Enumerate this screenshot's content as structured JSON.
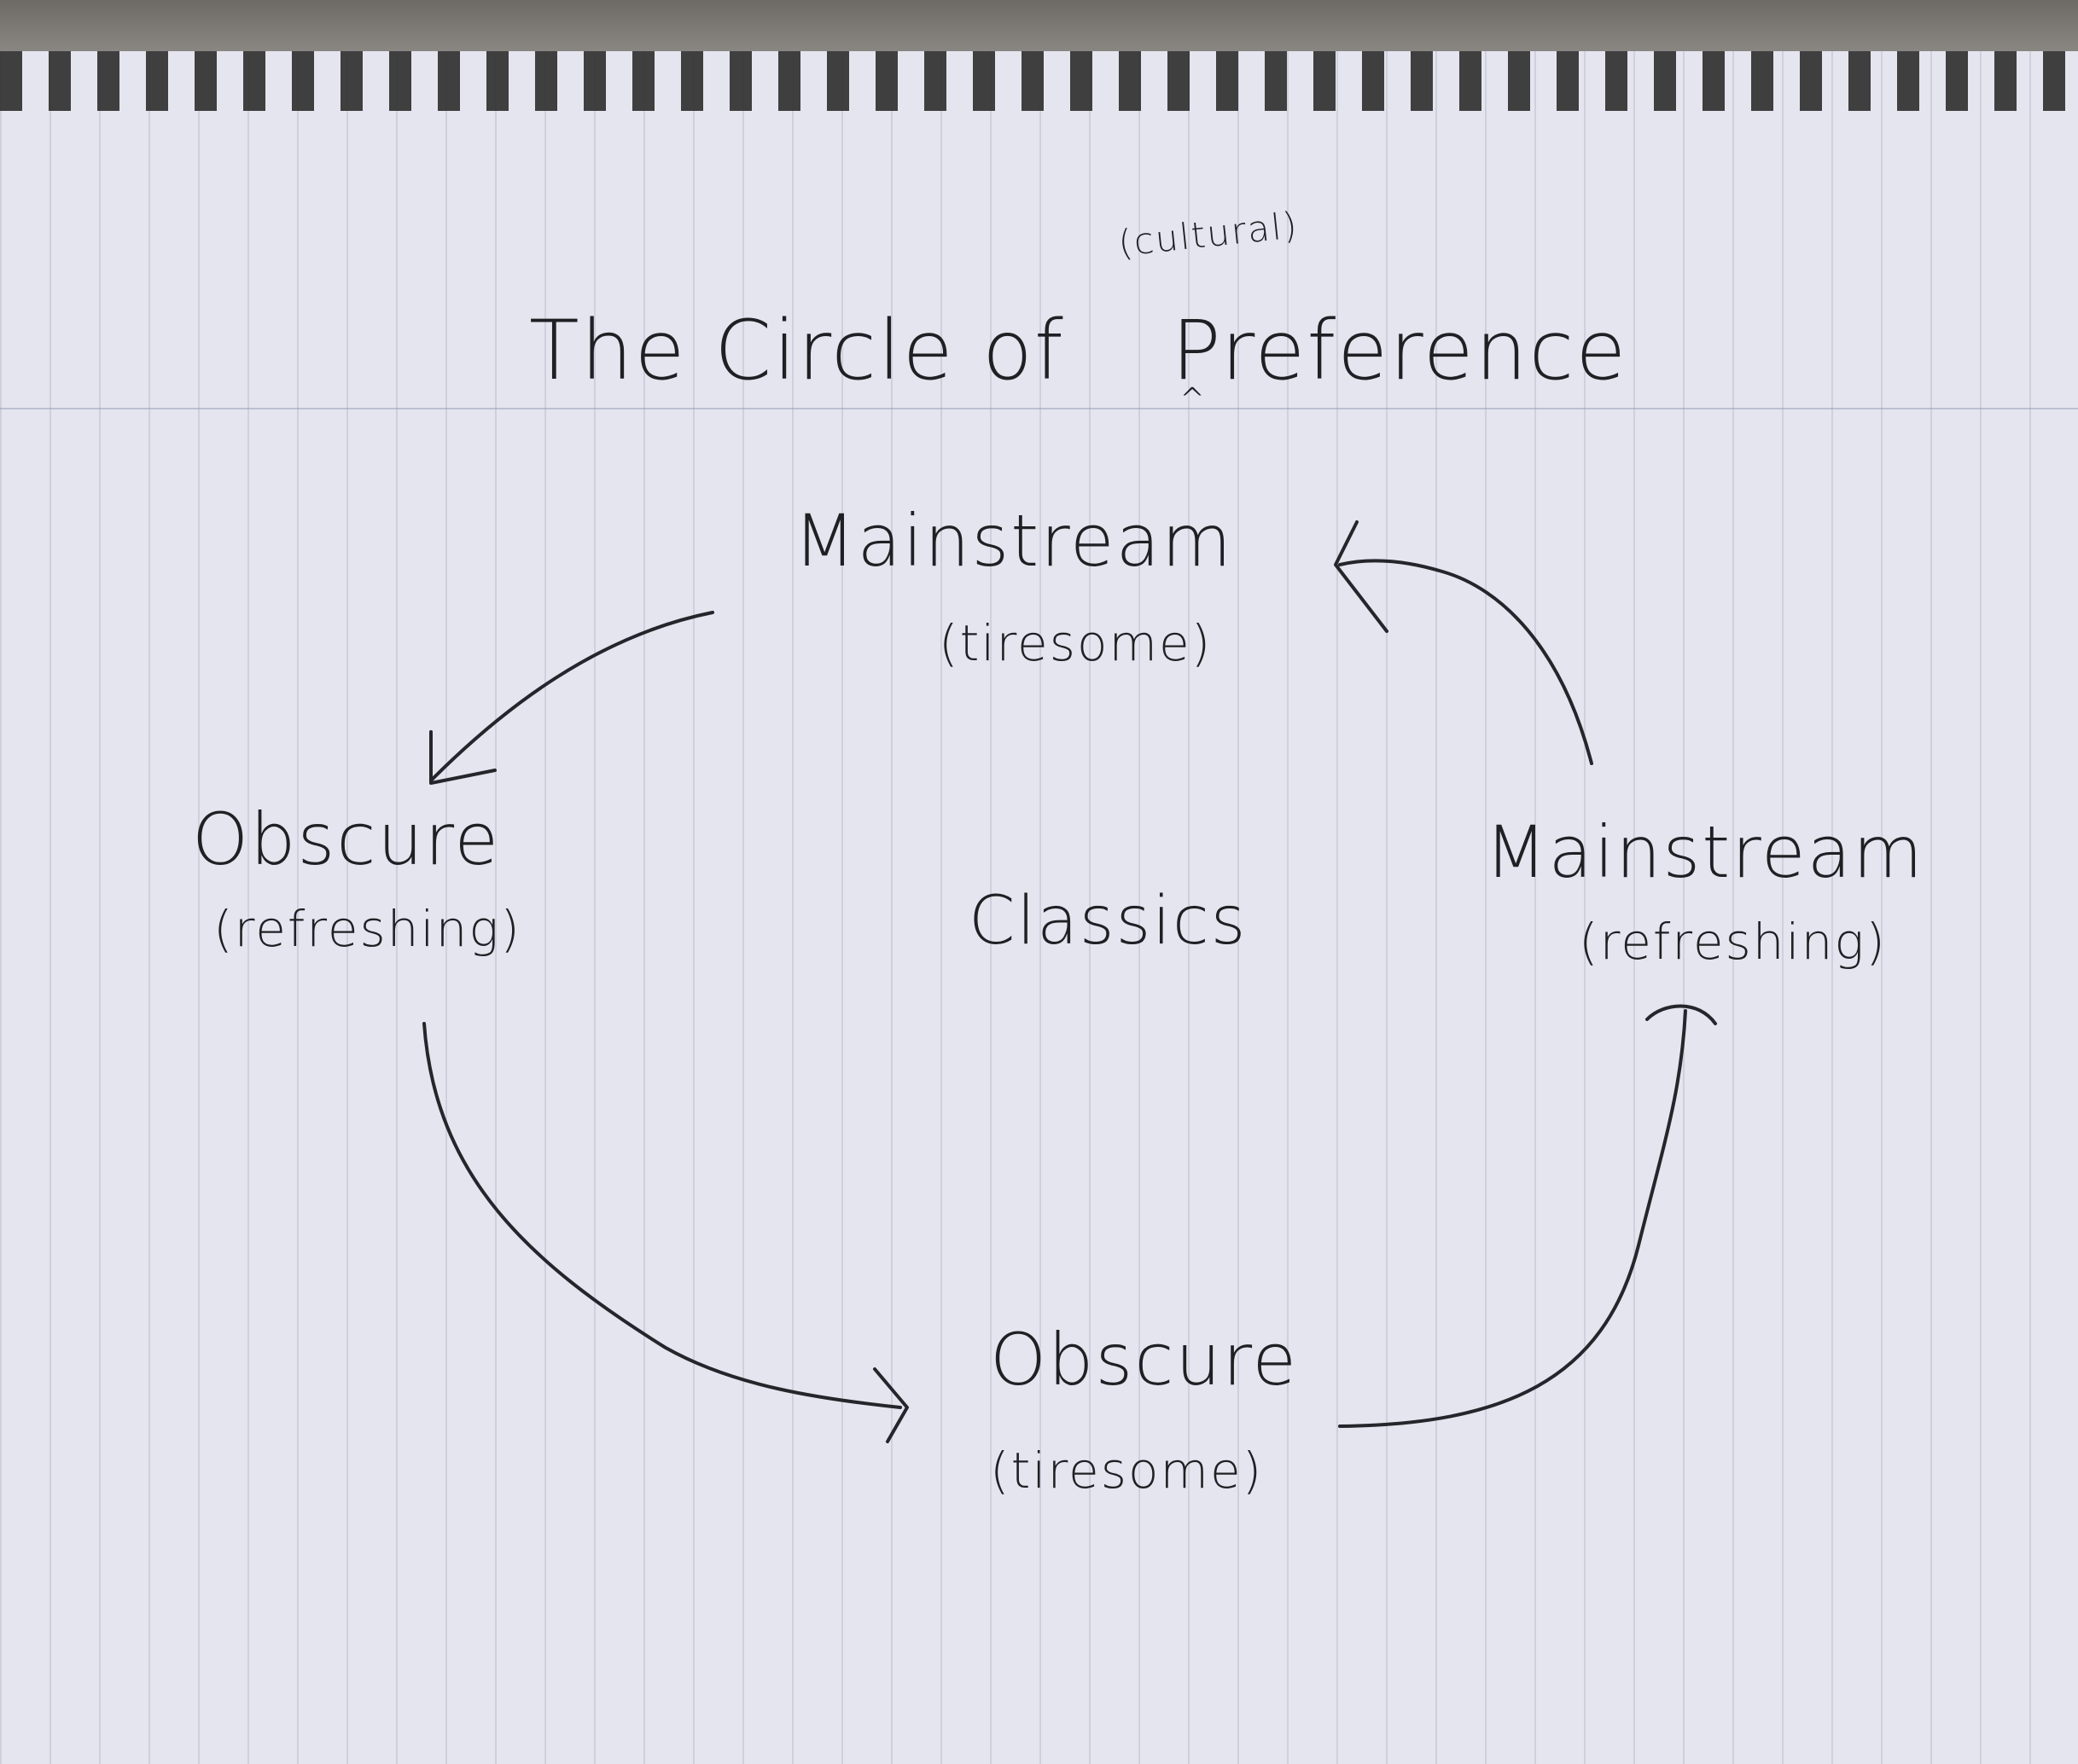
{
  "diagram": {
    "title_prefix": "The Circle of",
    "title_insert": "(cultural)",
    "title_caret": "^",
    "title_suffix": "Preference",
    "center_label": "Classics",
    "nodes": [
      {
        "id": "mainstream-tiresome",
        "label": "Mainstream",
        "sublabel": "(tiresome)"
      },
      {
        "id": "obscure-refreshing",
        "label": "Obscure",
        "sublabel": "(refreshing)"
      },
      {
        "id": "obscure-tiresome",
        "label": "Obscure",
        "sublabel": "(tiresome)"
      },
      {
        "id": "mainstream-refreshing",
        "label": "Mainstream",
        "sublabel": "(refreshing)"
      }
    ],
    "edges": [
      {
        "from": "mainstream-tiresome",
        "to": "obscure-refreshing"
      },
      {
        "from": "obscure-refreshing",
        "to": "obscure-tiresome"
      },
      {
        "from": "obscure-tiresome",
        "to": "mainstream-refreshing"
      },
      {
        "from": "mainstream-refreshing",
        "to": "mainstream-tiresome"
      }
    ],
    "ink_color": "#25252b",
    "paper_color": "#e4e5ee"
  }
}
